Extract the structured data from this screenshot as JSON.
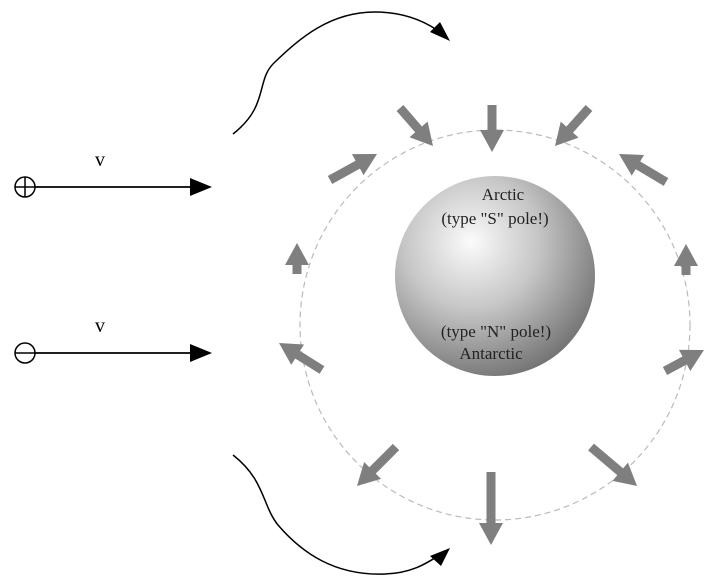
{
  "particles": [
    {
      "charge": "+",
      "velocity_label": "v"
    },
    {
      "charge": "-",
      "velocity_label": "v"
    }
  ],
  "sphere": {
    "top_line1": "Arctic",
    "top_line2": "(type \"S\" pole!)",
    "bottom_line1": "(type \"N\" pole!)",
    "bottom_line2": "Antarctic"
  },
  "colors": {
    "field_arrow": "#7f7f7f",
    "sphere_light": "#f8f8f8",
    "sphere_dark": "#666666",
    "circle_dash": "#bbbbbb",
    "line": "#000000"
  }
}
